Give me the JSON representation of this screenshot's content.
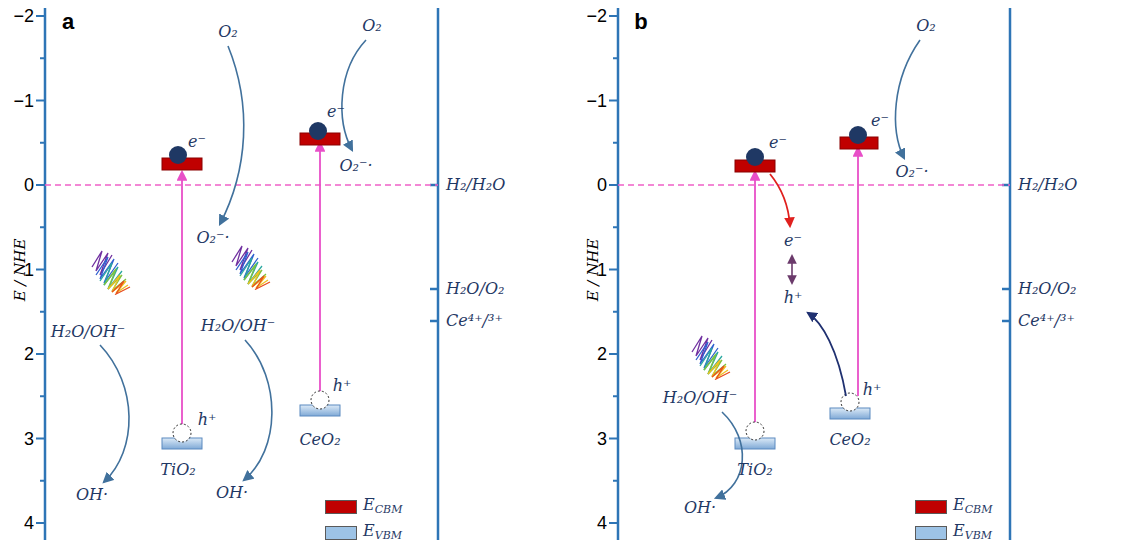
{
  "diagram": {
    "labels": [
      "a",
      "−2",
      "−1",
      "0",
      "1",
      "2",
      "3",
      "4",
      "E / NHE",
      "H₂/H₂O",
      "H₂O/O₂",
      "Ce⁴⁺/³⁺",
      "O₂",
      "O₂⁻·",
      "e⁻",
      "H₂O/OH⁻",
      "h⁺",
      "OH·",
      "TiO₂",
      "O₂",
      "O₂⁻·",
      "e⁻",
      "H₂O/OH⁻",
      "h⁺",
      "OH·",
      "CeO₂",
      "b",
      "−2",
      "−1",
      "0",
      "1",
      "2",
      "3",
      "4",
      "E / NHE",
      "H₂/H₂O",
      "H₂O/O₂",
      "Ce⁴⁺/³⁺",
      "e⁻",
      "e⁻",
      "O₂",
      "O₂⁻·",
      "e⁻",
      "h⁺",
      "H₂O/OH⁻",
      "OH·",
      "TiO₂",
      "h⁺",
      "CeO₂"
    ],
    "legend": [
      {
        "text": "ECBM",
        "color": "#c00000"
      },
      {
        "text": "EVBM",
        "color": "#9dc3e6"
      },
      {
        "text": "ECBM",
        "color": "#c00000"
      },
      {
        "text": "EVBM",
        "color": "#9dc3e6"
      }
    ]
  }
}
